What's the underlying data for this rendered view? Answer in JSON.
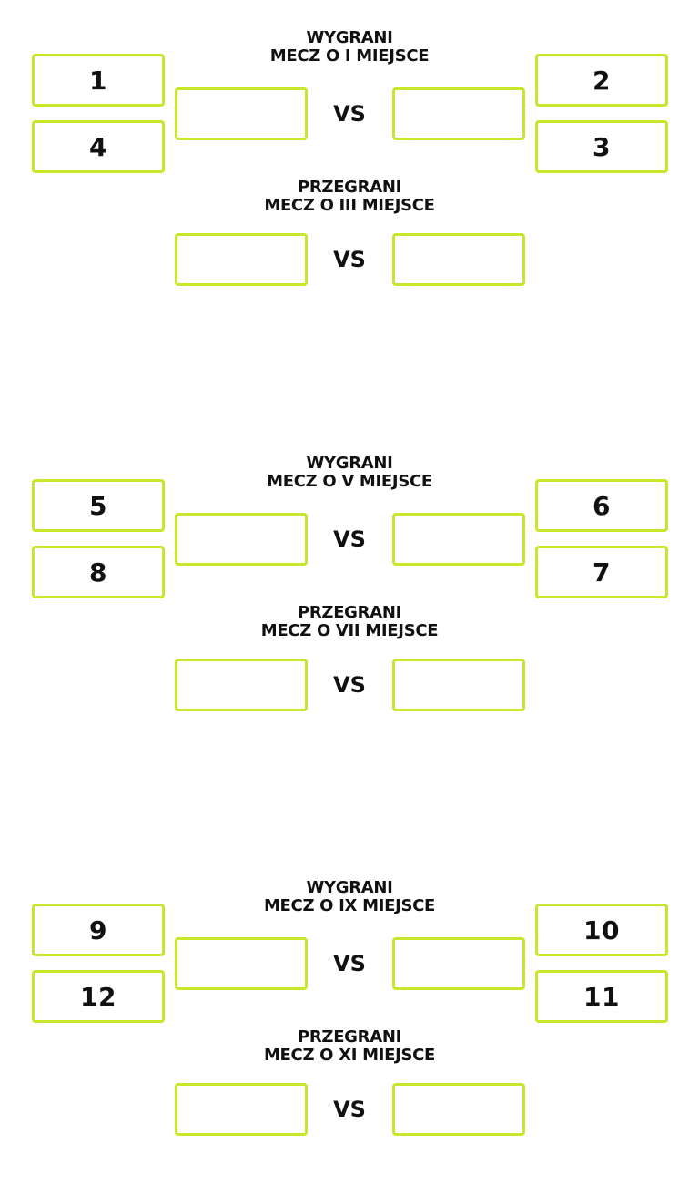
{
  "vs_label": "VS",
  "brackets": [
    {
      "winners_line1": "WYGRANI",
      "winners_line2": "MECZ O I MIEJSCE",
      "losers_line1": "PRZEGRANI",
      "losers_line2": "MECZ O III MIEJSCE",
      "seed_top_left": "1",
      "seed_bottom_left": "4",
      "seed_top_right": "2",
      "seed_bottom_right": "3"
    },
    {
      "winners_line1": "WYGRANI",
      "winners_line2": "MECZ O V MIEJSCE",
      "losers_line1": "PRZEGRANI",
      "losers_line2": "MECZ O VII MIEJSCE",
      "seed_top_left": "5",
      "seed_bottom_left": "8",
      "seed_top_right": "6",
      "seed_bottom_right": "7"
    },
    {
      "winners_line1": "WYGRANI",
      "winners_line2": "MECZ O IX MIEJSCE",
      "losers_line1": "PRZEGRANI",
      "losers_line2": "MECZ O XI MIEJSCE",
      "seed_top_left": "9",
      "seed_bottom_left": "12",
      "seed_top_right": "10",
      "seed_bottom_right": "11"
    }
  ],
  "colors": {
    "box_border": "#c8e62a",
    "text": "#111111",
    "background": "#ffffff"
  }
}
